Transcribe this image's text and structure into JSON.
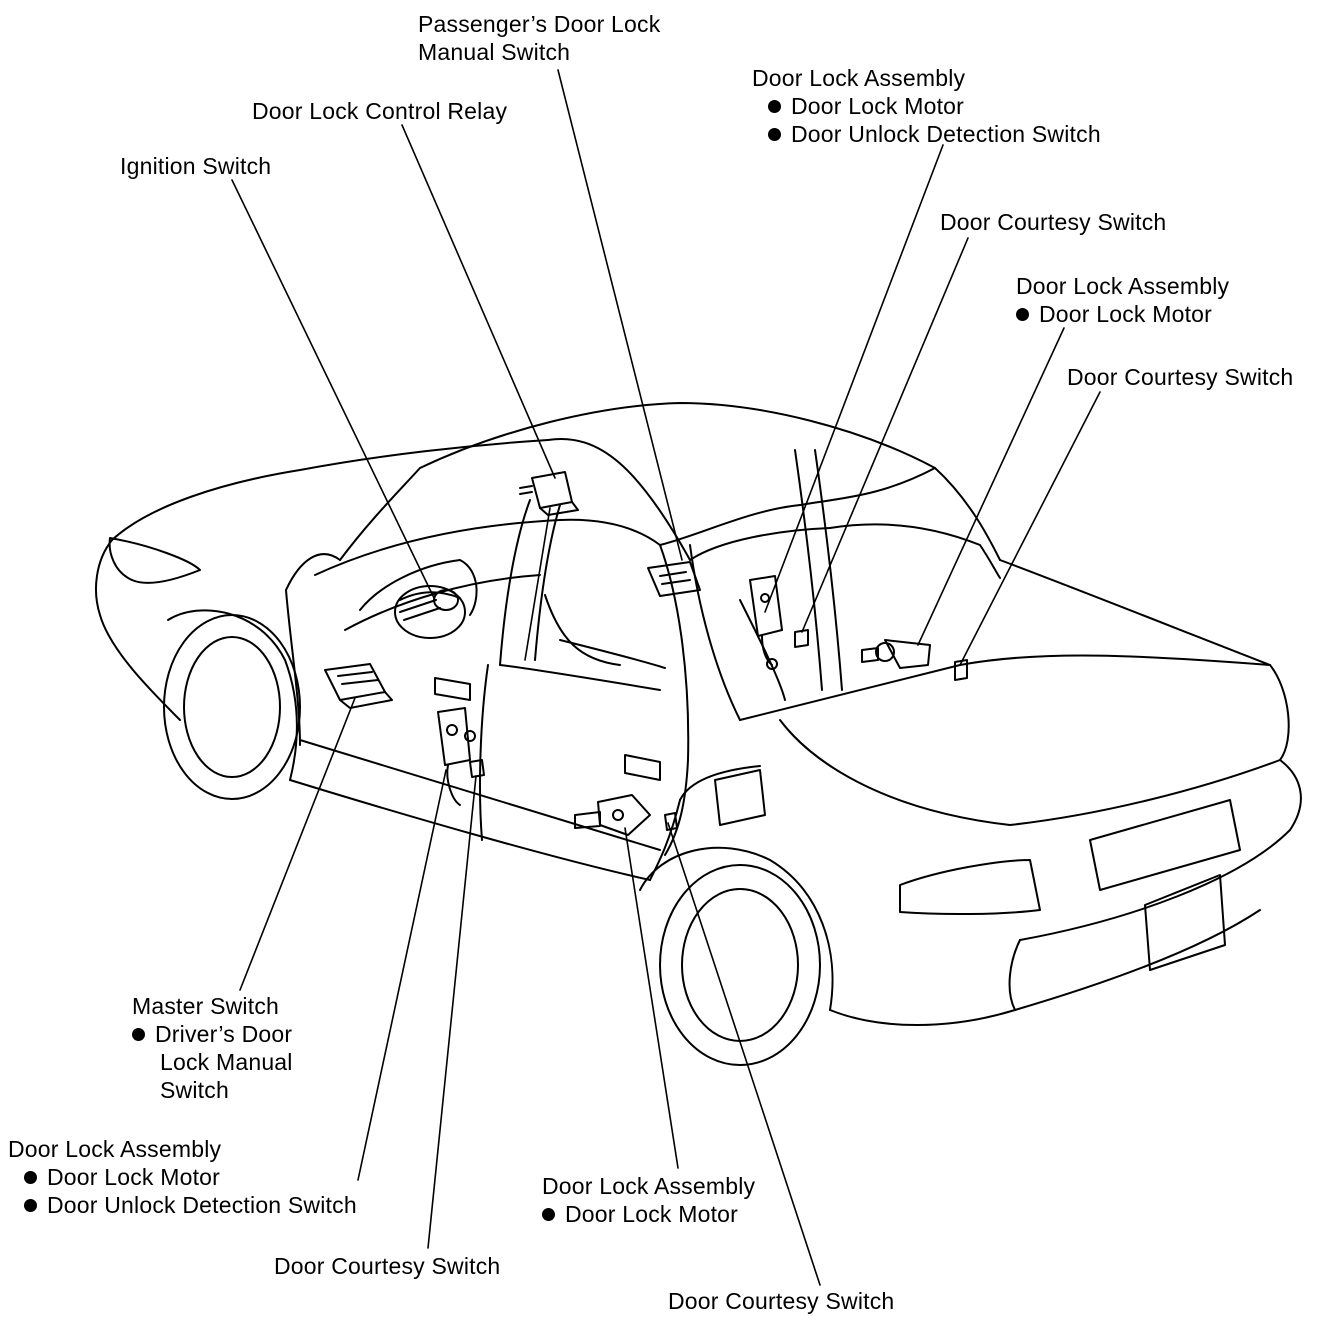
{
  "labels": {
    "passenger_manual_switch": {
      "line1": "Passenger’s Door Lock",
      "line2": "Manual Switch"
    },
    "door_lock_control_relay": "Door Lock Control Relay",
    "ignition_switch": "Ignition Switch",
    "door_lock_assembly_rear_right": {
      "title": "Door Lock Assembly",
      "item1": "Door Lock Motor",
      "item2": "Door Unlock Detection Switch"
    },
    "door_courtesy_switch_upper_1": "Door Courtesy Switch",
    "door_lock_assembly_right": {
      "title": "Door Lock Assembly",
      "item1": "Door Lock Motor"
    },
    "door_courtesy_switch_upper_2": "Door Courtesy Switch",
    "master_switch": {
      "title": "Master Switch",
      "item1_line1": "Driver’s Door",
      "item1_line2": "Lock Manual",
      "item1_line3": "Switch"
    },
    "door_lock_assembly_front_left": {
      "title": "Door Lock Assembly",
      "item1": "Door Lock Motor",
      "item2": "Door Unlock Detection Switch"
    },
    "door_courtesy_switch_lower_1": "Door Courtesy Switch",
    "door_lock_assembly_rear_left": {
      "title": "Door Lock Assembly",
      "item1": "Door Lock Motor"
    },
    "door_courtesy_switch_lower_2": "Door Courtesy Switch"
  }
}
